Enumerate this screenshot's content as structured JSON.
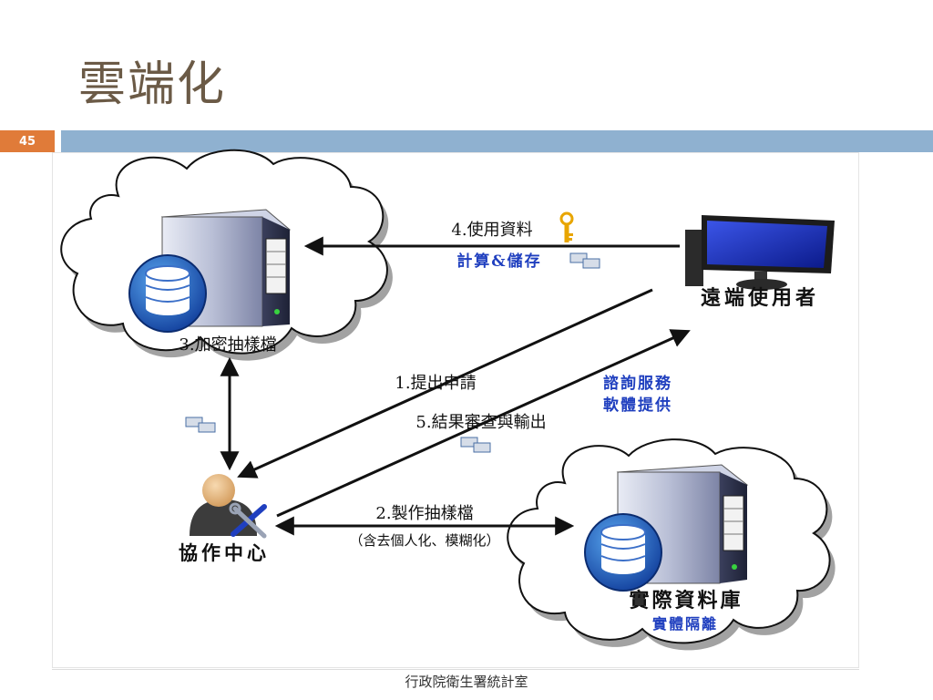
{
  "slide": {
    "title": "雲端化",
    "page_number": "45",
    "footer": "行政院衛生署統計室"
  },
  "nodes": {
    "cloud_server": {
      "label": "3.加密抽樣檔"
    },
    "remote_user": {
      "label": "遠端使用者"
    },
    "collab_center": {
      "label": "協作中心"
    },
    "real_db": {
      "label": "實際資料庫",
      "sublabel": "實體隔離"
    }
  },
  "edges": {
    "use_data": {
      "label": "4.使用資料",
      "sublabel": "計算&儲存"
    },
    "request": {
      "label": "1.提出申請"
    },
    "review": {
      "label": "5.結果審查與輸出"
    },
    "consult": {
      "line1": "諮詢服務",
      "line2": "軟體提供"
    },
    "make_sample": {
      "label": "2.製作抽樣檔",
      "sublabel": "（含去個人化、模糊化）"
    }
  },
  "colors": {
    "title": "#6b5a46",
    "badge": "#e07b39",
    "header_bar": "#8fb1d0",
    "blue_text": "#1f3fbf",
    "arrow": "#111111"
  }
}
